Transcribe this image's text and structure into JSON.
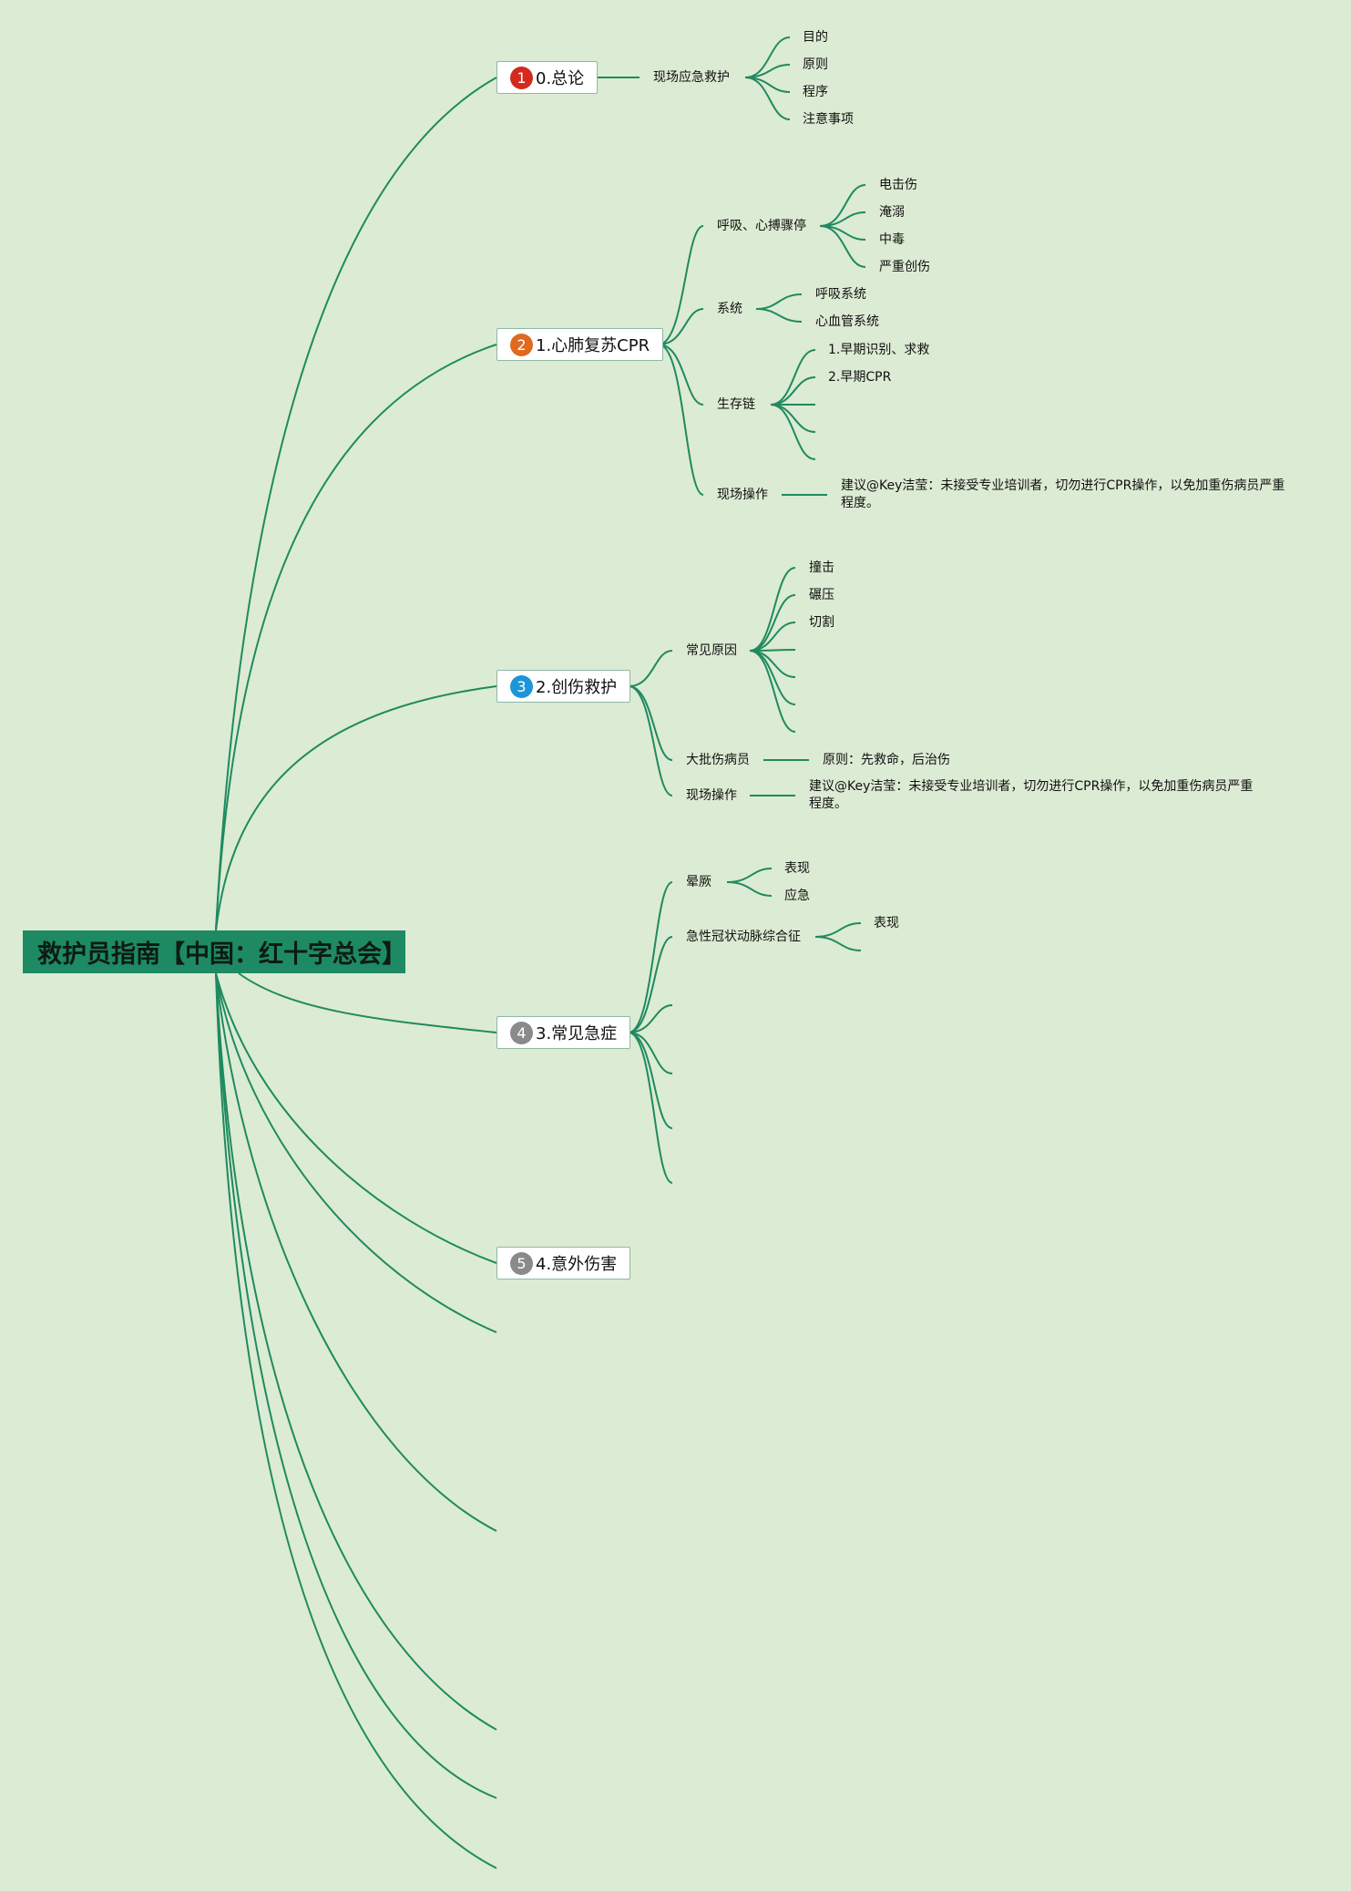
{
  "root": {
    "text": "救护员指南【中国：红十字总会】"
  },
  "topics": [
    {
      "badge": "1",
      "badge_color": "#d42a1c",
      "label": "0.总论"
    },
    {
      "badge": "2",
      "badge_color": "#e0691f",
      "label": "1.心肺复苏CPR"
    },
    {
      "badge": "3",
      "badge_color": "#1e95d6",
      "label": "2.创伤救护"
    },
    {
      "badge": "4",
      "badge_color": "#8a8a8a",
      "label": "3.常见急症"
    },
    {
      "badge": "5",
      "badge_color": "#8a8a8a",
      "label": "4.意外伤害"
    }
  ],
  "general": {
    "sub": "现场应急救护",
    "leaves": [
      "目的",
      "原则",
      "程序",
      "注意事项"
    ]
  },
  "cpr": {
    "arrest": {
      "label": "呼吸、心搏骤停",
      "leaves": [
        "电击伤",
        "淹溺",
        "中毒",
        "严重创伤"
      ]
    },
    "system": {
      "label": "系统",
      "leaves": [
        "呼吸系统",
        "心血管系统"
      ]
    },
    "chain": {
      "label": "生存链",
      "leaves": [
        "1.早期识别、求救",
        "2.早期CPR"
      ]
    },
    "onsite": {
      "label": "现场操作",
      "note": "建议@Key洁莹：未接受专业培训者，切勿进行CPR操作，以免加重伤病员严重程度。"
    }
  },
  "trauma": {
    "causes": {
      "label": "常见原因",
      "leaves": [
        "撞击",
        "碾压",
        "切割"
      ]
    },
    "mass": {
      "label": "大批伤病员",
      "note": "原则：先救命，后治伤"
    },
    "onsite": {
      "label": "现场操作",
      "note": "建议@Key洁莹：未接受专业培训者，切勿进行CPR操作，以免加重伤病员严重程度。"
    }
  },
  "common": {
    "syncope": {
      "label": "晕厥",
      "leaves": [
        "表现",
        "应急"
      ]
    },
    "acs": {
      "label": "急性冠状动脉综合征",
      "leaves": [
        "表现"
      ]
    }
  }
}
